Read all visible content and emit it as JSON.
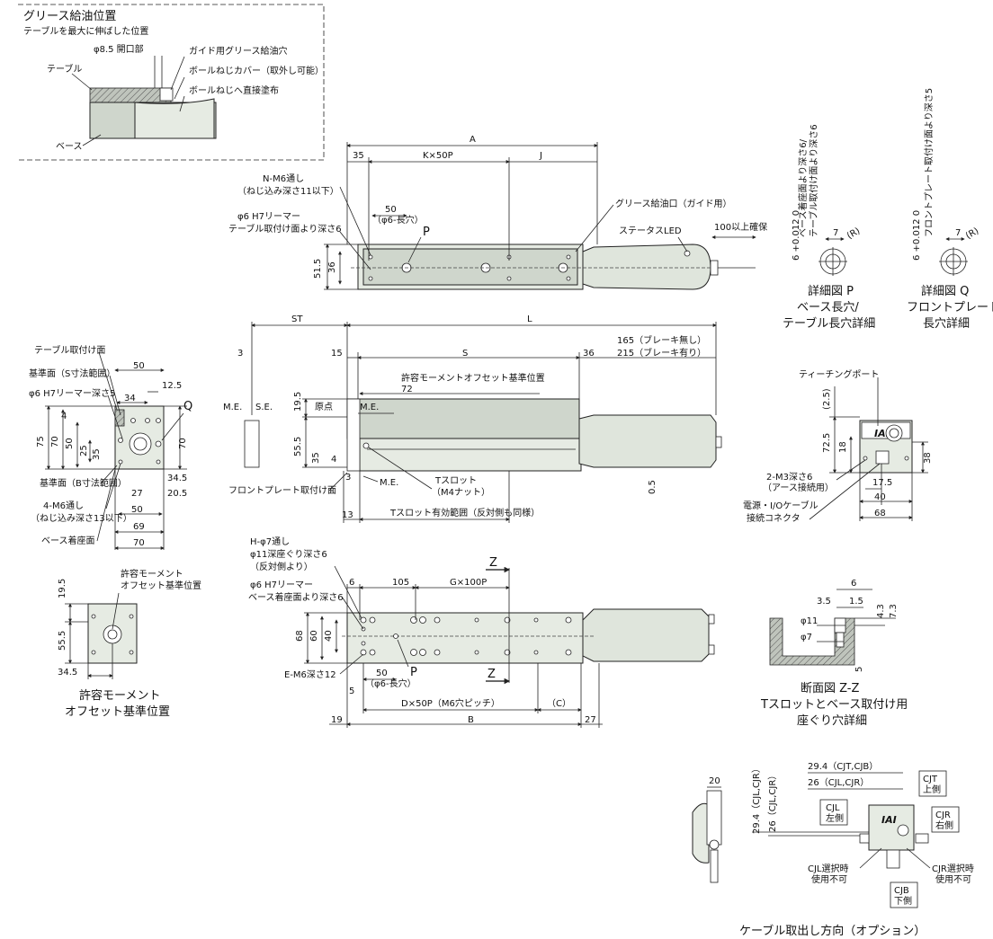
{
  "grease_detail": {
    "title": "グリース給油位置",
    "subtitle": "テーブルを最大に伸ばした位置",
    "opening": "φ8.5 開口部",
    "guide_hole": "ガイド用グリース給油穴",
    "screw_cover": "ボールねじカバー（取外し可能）",
    "direct_apply": "ボールねじへ直接塗布",
    "table": "テーブル",
    "base": "ベース"
  },
  "top_view": {
    "A": "A",
    "d35": "35",
    "k50p": "K×50P",
    "J": "J",
    "nm6": "N-M6通し",
    "nm6_depth": "（ねじ込み深さ11以下）",
    "d50": "50",
    "phi6_long": "（φ6-長穴）",
    "reamer": "φ6 H7リーマー",
    "reamer_depth": "テーブル取付け面より深さ6",
    "P": "P",
    "grease_port": "グリース給油口（ガイド用）",
    "status_led": "ステータスLED",
    "clearance": "100以上確保",
    "d515": "51.5",
    "d36": "36"
  },
  "side_view": {
    "ST": "ST",
    "L": "L",
    "d3": "3",
    "d15": "15",
    "S": "S",
    "d36": "36",
    "no_brake": "165（ブレーキ無し）",
    "with_brake": "215（ブレーキ有り）",
    "moment_ref": "許容モーメントオフセット基準位置",
    "d72": "72",
    "me": "M.E.",
    "se": "S.E.",
    "origin": "原点",
    "me2": "M.E.",
    "d195": "19.5",
    "d555": "55.5",
    "d35": "35",
    "d4": "4",
    "d3b": "3",
    "me3": "M.E.",
    "tslot": "Tスロット",
    "m4nut": "（M4ナット）",
    "d05": "0.5",
    "front_plate": "フロントプレート取付け面",
    "d13": "13",
    "tslot_range": "Tスロット有効範囲（反対側も同様）"
  },
  "front_view": {
    "table_mount": "テーブル取付け面",
    "ref_s": "基準面（S寸法範囲）",
    "reamer5": "φ6 H7リーマー深さ5",
    "d50": "50",
    "d125": "12.5",
    "d34": "34",
    "Q": "Q",
    "d4": "4",
    "d75": "75",
    "d70": "70",
    "d50b": "50",
    "d25": "25",
    "d35": "35",
    "d70b": "70",
    "d345": "34.5",
    "ref_b": "基準面（B寸法範囲）",
    "d27": "27",
    "d205": "20.5",
    "m6thru": "4-M6通し",
    "m6depth": "（ねじ込み深さ13以下）",
    "d50c": "50",
    "d69": "69",
    "base_mount": "ベース着座面",
    "d70c": "70"
  },
  "moment_view": {
    "label1": "許容モーメント",
    "label2": "オフセット基準位置",
    "d195": "19.5",
    "d555": "55.5",
    "d345": "34.5",
    "caption1": "許容モーメント",
    "caption2": "オフセット基準位置"
  },
  "bottom_view": {
    "h_hole": "H-φ7通し",
    "h_counter": "φ11深座ぐり深さ6",
    "h_opposite": "（反対側より）",
    "reamer": "φ6 H7リーマー",
    "reamer_depth": "ベース着座面より深さ6",
    "d6": "6",
    "d105": "105",
    "g100p": "G×100P",
    "Z": "Z",
    "Z2": "Z",
    "d68": "68",
    "d60": "60",
    "d40": "40",
    "em6": "E-M6深さ12",
    "d50": "50",
    "phi6_long": "（φ6-長穴）",
    "P": "P",
    "d5": "5",
    "d50p": "D×50P（M6穴ピッチ）",
    "C": "（C）",
    "d19": "19",
    "B": "B",
    "d27": "27"
  },
  "detail_p": {
    "tol": "6 +0.012 0",
    "note1": "ベース着座面より深さ6/",
    "note2": "テーブル取付け面より深さ6",
    "d7": "7",
    "R": "(R)",
    "title": "詳細図 P",
    "sub1": "ベース長穴/",
    "sub2": "テーブル長穴詳細"
  },
  "detail_q": {
    "tol": "6 +0.012 0",
    "note1": "フロントプレート取付け面より深さ5",
    "d7": "7",
    "R": "(R)",
    "title": "詳細図 Q",
    "sub1": "フロントプレート",
    "sub2": "長穴詳細"
  },
  "rear_view": {
    "teaching": "ティーチングポート",
    "d25": "(2.5)",
    "d725": "72.5",
    "d18": "18",
    "d38": "38",
    "m3": "2-M3深さ6",
    "ground": "（アース接続用）",
    "d175": "17.5",
    "power": "電源・I/Oケーブル",
    "connector": "接続コネクタ",
    "d40": "40",
    "d68": "68",
    "logo": "IAI"
  },
  "section_zz": {
    "d6": "6",
    "d35": "3.5",
    "d15": "1.5",
    "d43": "4.3",
    "d73": "7.3",
    "phi11": "φ11",
    "phi7": "φ7",
    "d5": "5",
    "title": "断面図 Z-Z",
    "sub1": "Tスロットとベース取付け用",
    "sub2": "座ぐり穴詳細"
  },
  "cable_option": {
    "d20": "20",
    "cjl_cjr": "29.4（CJL,CJR）",
    "cjl_cjr2": "26（CJL,CJR）",
    "cjt_cjb": "29.4（CJT,CJB）",
    "cjl_cjr3": "26（CJL,CJR）",
    "cjt": "CJT",
    "cjt2": "上側",
    "cjl": "CJL",
    "cjl2": "左側",
    "cjr": "CJR",
    "cjr2": "右側",
    "cjl_ng1": "CJL選択時",
    "cjl_ng2": "使用不可",
    "cjr_ng1": "CJR選択時",
    "cjr_ng2": "使用不可",
    "cjb": "CJB",
    "cjb2": "下側",
    "logo": "IAI",
    "caption": "ケーブル取出し方向（オプション）"
  }
}
